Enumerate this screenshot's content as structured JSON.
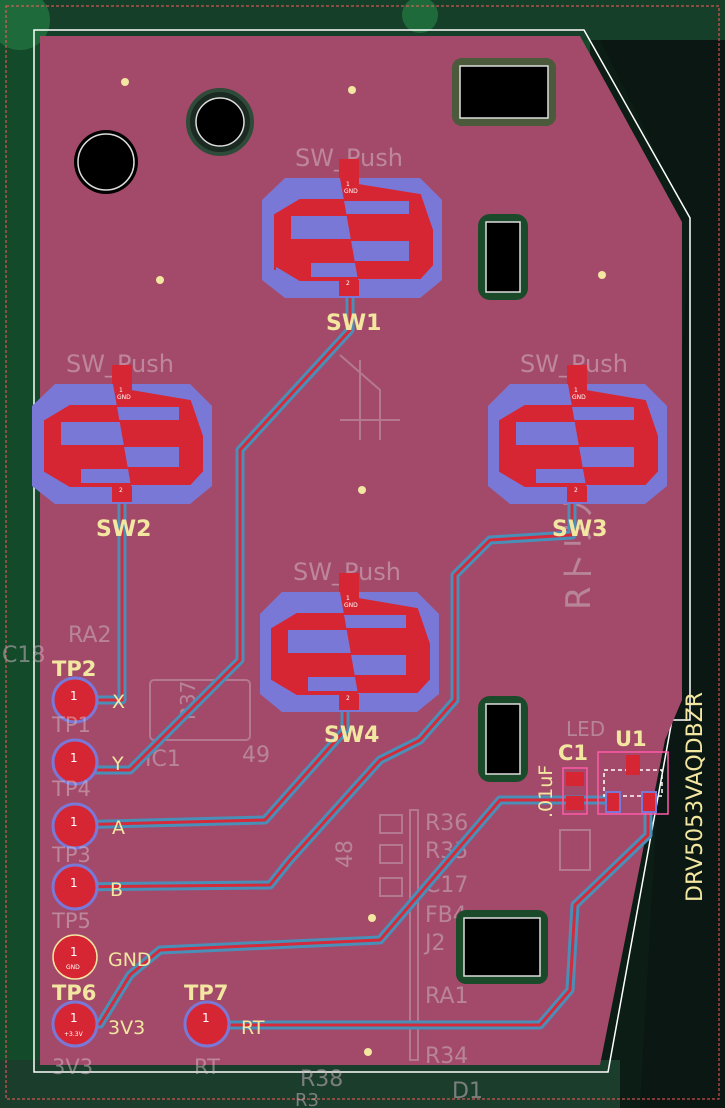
{
  "board": {
    "colors": {
      "background": "#0a1a14",
      "copper_fill": "#a34a6a",
      "trace_red": "#d42a3a",
      "trace_blue": "#4a8fb8",
      "pad_red": "#d62633",
      "pad_blue": "#7a78d6",
      "silkscreen": "#f2e6a0",
      "outline": "#ffffff",
      "courtyard": "#ff5a5a"
    }
  },
  "switches": [
    {
      "ref": "SW1",
      "value": "SW_Push",
      "pin1": "1",
      "pin1_net": "GND",
      "pin2": "2"
    },
    {
      "ref": "SW2",
      "value": "SW_Push",
      "pin1": "1",
      "pin1_net": "GND",
      "pin2": "2"
    },
    {
      "ref": "SW3",
      "value": "SW_Push",
      "pin1": "1",
      "pin1_net": "GND",
      "pin2": "2"
    },
    {
      "ref": "SW4",
      "value": "SW_Push",
      "pin1": "1",
      "pin1_net": "GND",
      "pin2": "2"
    }
  ],
  "test_points": [
    {
      "ref": "TP2",
      "ref2": "TP1",
      "net": "X",
      "pad": "1"
    },
    {
      "ref": "TP1",
      "ref2": "TP4",
      "net": "Y",
      "pad": "1"
    },
    {
      "ref": "TP4",
      "ref2": "TP3",
      "net": "A",
      "pad": "1"
    },
    {
      "ref": "TP3",
      "ref2": "TP5",
      "net": "B",
      "pad": "1"
    },
    {
      "ref": "TP5",
      "net": "GND",
      "pad": "1",
      "pad_net": "GND"
    },
    {
      "ref": "TP6",
      "net": "3V3",
      "pad": "1",
      "pad_net": "+3.3V",
      "back_ref": "3V3"
    },
    {
      "ref": "TP7",
      "net": "RT",
      "pad": "1",
      "back_ref": "RT"
    }
  ],
  "components": {
    "c1": {
      "ref": "C1",
      "value": ".01uF"
    },
    "u1": {
      "ref": "U1",
      "value": "DRV5053VAQDBZR"
    }
  },
  "back_labels": {
    "ra2": "RA2",
    "c18": "C18",
    "r37": "R37",
    "ic1": "IC1",
    "n49": "49",
    "n48": "48",
    "r36": "R36",
    "r35": "R35",
    "c17": "C17",
    "fb4": "FB4",
    "j2": "J2",
    "ra1": "RA1",
    "r34": "R34",
    "r38": "R38",
    "d1": "D1",
    "r3": "R3",
    "led": "LED",
    "vertical": "RトリガR"
  }
}
